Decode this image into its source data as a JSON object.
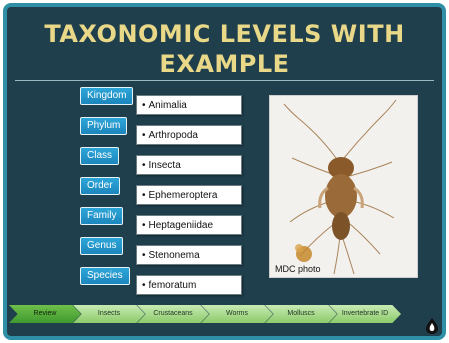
{
  "title": {
    "line1": "TAXONOMIC LEVELS WITH",
    "line2": "EXAMPLE"
  },
  "ranks": [
    {
      "label": "Kingdom",
      "value": "Animalia"
    },
    {
      "label": "Phylum",
      "value": "Arthropoda"
    },
    {
      "label": "Class",
      "value": "Insecta"
    },
    {
      "label": "Order",
      "value": "Ephemeroptera"
    },
    {
      "label": "Family",
      "value": "Heptageniidae"
    },
    {
      "label": "Genus",
      "value": "Stenonema"
    },
    {
      "label": "Species",
      "value": "femoratum"
    }
  ],
  "photo": {
    "caption": "MDC photo"
  },
  "nav": {
    "items": [
      "Review",
      "Insects",
      "Crustaceans",
      "Worms",
      "Molluscs",
      "Invertebrate ID"
    ],
    "active": "Review"
  },
  "colors": {
    "background": "#1f3f4d",
    "border": "#2e8fa6",
    "title": "#e8d887",
    "label": "#1b86bd",
    "nav": "#8ccb6a"
  }
}
